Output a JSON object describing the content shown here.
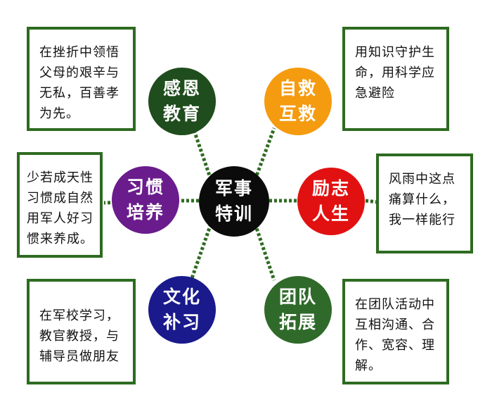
{
  "center": {
    "lines": [
      "军事",
      "特训"
    ],
    "color": "#0b0b0b",
    "text_color": "#ffffff"
  },
  "nodes": [
    {
      "id": "gratitude",
      "lines": [
        "感恩",
        "教育"
      ],
      "color": "#1f4d1d",
      "text_color": "#ffffff",
      "description": [
        "在挫折中领悟",
        "父母的艰辛与",
        "无私，百善孝",
        "为先。"
      ]
    },
    {
      "id": "self-rescue",
      "lines": [
        "自救",
        "互救"
      ],
      "color": "#f59b0f",
      "text_color": "#ffffff",
      "description": [
        "用知识守护生",
        "命，用科学应",
        "急避险"
      ]
    },
    {
      "id": "inspire",
      "lines": [
        "励志",
        "人生"
      ],
      "color": "#e21111",
      "text_color": "#ffffff",
      "description": [
        "风雨中这点",
        "痛算什么，",
        "我一样能行"
      ]
    },
    {
      "id": "team",
      "lines": [
        "团队",
        "拓展"
      ],
      "color": "#2f6a2a",
      "text_color": "#ffffff",
      "description": [
        "在团队活动中",
        "互相沟通、合",
        "作、宽容、理",
        "解。"
      ]
    },
    {
      "id": "culture",
      "lines": [
        "文化",
        "补习"
      ],
      "color": "#1a1a8c",
      "text_color": "#ffffff",
      "description": [
        "在军校学习，",
        "教官教授，与",
        "辅导员做朋友"
      ]
    },
    {
      "id": "habit",
      "lines": [
        "习惯",
        "培养"
      ],
      "color": "#6a1c8c",
      "text_color": "#ffffff",
      "description": [
        "少若成天性",
        "习惯成自然",
        "用军人好习",
        "惯来养成。"
      ]
    }
  ],
  "colors": {
    "box_border": "#2e6b21",
    "connector": "#2e6b21"
  }
}
